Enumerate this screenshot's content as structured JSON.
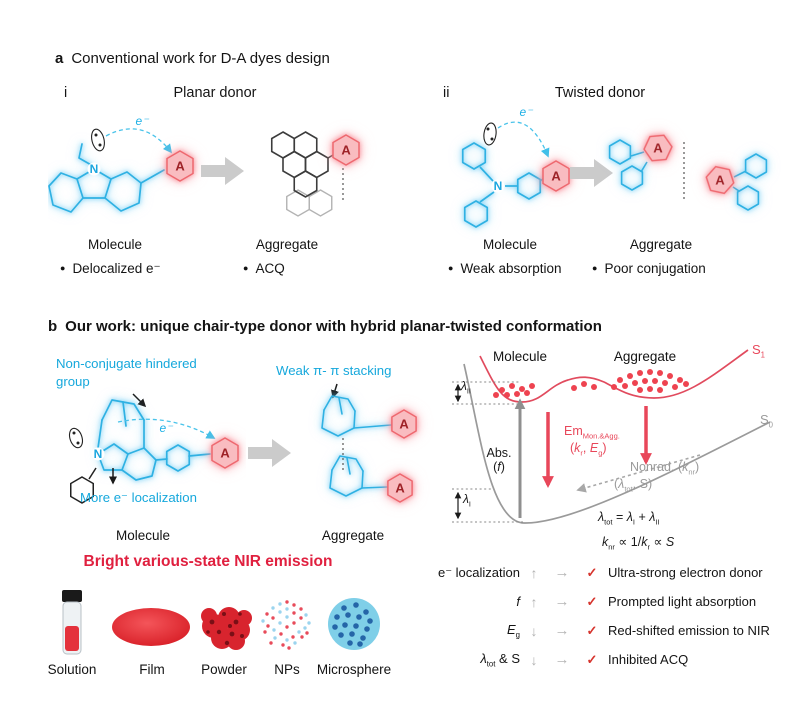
{
  "icons": {
    "bullet": "●",
    "up_arrow": "↑",
    "down_arrow": "↓",
    "right_arrow": "→",
    "check": "✓"
  },
  "a": {
    "label": "a",
    "title": "Conventional work for D-A dyes design",
    "i": {
      "label": "i",
      "title": "Planar donor",
      "n": "N",
      "e": "e⁻",
      "acceptor": "A",
      "molecule": "Molecule",
      "aggregate": "Aggregate",
      "bullet1": "Delocalized e⁻",
      "bullet2": "ACQ"
    },
    "ii": {
      "label": "ii",
      "title": "Twisted donor",
      "n": "N",
      "e": "e⁻",
      "acceptor": "A",
      "molecule": "Molecule",
      "aggregate": "Aggregate",
      "bullet1": "Weak absorption",
      "bullet2": "Poor conjugation"
    }
  },
  "b": {
    "label": "b",
    "title": "Our work: unique chair-type donor with hybrid planar-twisted conformation",
    "left": {
      "ann1_line1": "Non-conjugate  hindered",
      "ann1_line2": "group",
      "ann2": "Weak π- π stacking",
      "ann3": "More e⁻ localization",
      "n": "N",
      "e": "e⁻",
      "acceptor": "A",
      "molecule": "Molecule",
      "aggregate": "Aggregate"
    },
    "energy": {
      "molecule": "Molecule",
      "aggregate": "Aggregate",
      "s1": "S",
      "s1_sub": "1",
      "s0": "S",
      "s0_sub": "0",
      "lambda2": "λ",
      "lambda2_sub": "II",
      "lambda1": "λ",
      "lambda1_sub": "I",
      "abs": "Abs.",
      "abs_open": "(",
      "abs_f": "f",
      "abs_close": ")",
      "em": "Em",
      "em_sub": "Mon.&Agg.",
      "emp_a": "(",
      "emp_b": "k",
      "emp_b_sub": "r",
      "emp_c": ", ",
      "emp_d": "E",
      "emp_d_sub": "g",
      "emp_e": ")",
      "nr1_a": "Nonrad. (",
      "nr1_b": "k",
      "nr1_b_sub": "nr",
      "nr1_c": ")",
      "nr2_a": "(",
      "nr2_b": "λ",
      "nr2_b_sub": "tot",
      "nr2_c": ", S)",
      "eq1_a": "λ",
      "eq1_a_sub": "tot",
      "eq1_b": " = ",
      "eq1_c": "λ",
      "eq1_c_sub": "I",
      "eq1_d": " + ",
      "eq1_e": "λ",
      "eq1_e_sub": "II",
      "eq2_a": "k",
      "eq2_a_sub": "nr",
      "eq2_b": " ∝ 1/",
      "eq2_c": "k",
      "eq2_c_sub": "r",
      "eq2_d": " ∝ ",
      "eq2_e": "S"
    },
    "emission": {
      "title": "Bright various-state NIR emission",
      "labels": [
        "Solution",
        "Film",
        "Powder",
        "NPs",
        "Microsphere"
      ]
    },
    "summary": [
      {
        "param": "e⁻ localization",
        "text": "Ultra-strong electron donor"
      },
      {
        "param": "f",
        "text": "Prompted light absorption"
      },
      {
        "param_a": "E",
        "param_sub": "g",
        "text": "Red-shifted emission to NIR"
      },
      {
        "param_a": "λ",
        "param_sub": "tot",
        "param_b": " & S",
        "text": "Inhibited ACQ"
      }
    ]
  }
}
